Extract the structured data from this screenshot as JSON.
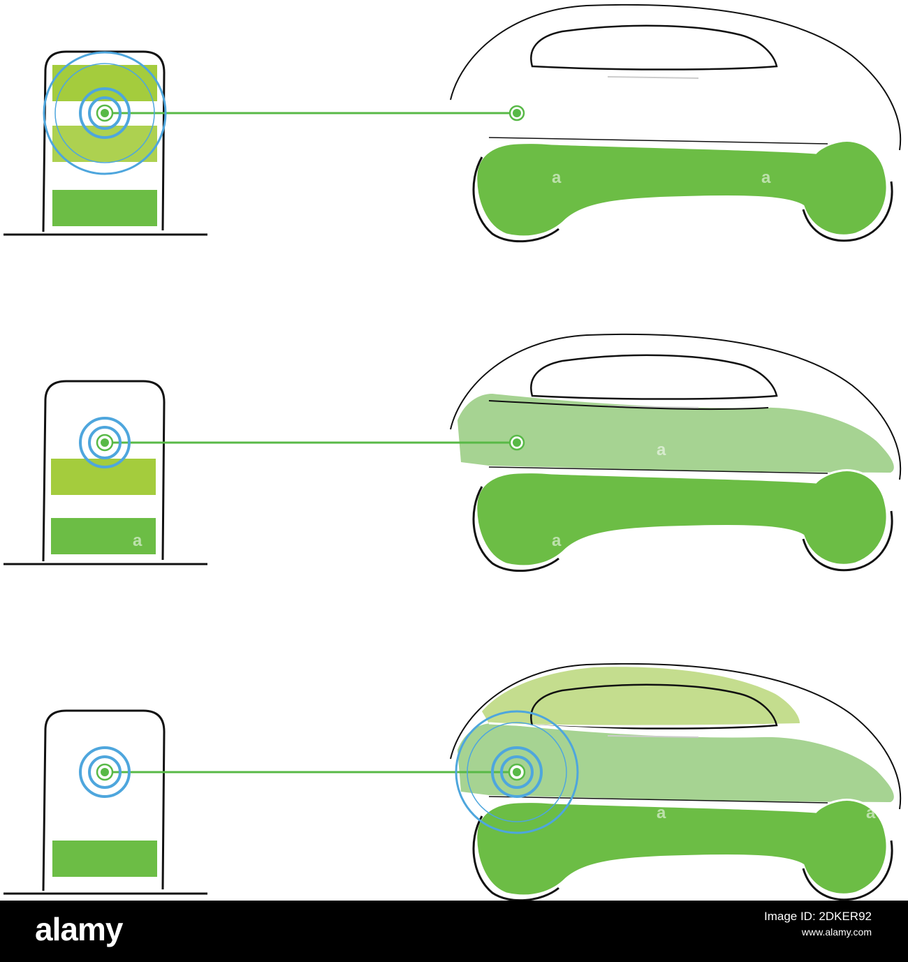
{
  "colors": {
    "outline": "#111111",
    "battery_dark": "#6cbd45",
    "battery_light": "#a4cc3d",
    "body_fill": "#a6d392",
    "roof_fill": "#c4dd8e",
    "signal_ring": "#4ea6dd",
    "link_line": "#58b947",
    "footer_bg": "#000000"
  },
  "footer": {
    "brand": "alamy",
    "image_id": "Image ID: 2DKER92",
    "site": "www.alamy.com"
  },
  "watermark": "a",
  "icons": [
    "charging-station-icon",
    "electric-car-icon",
    "wireless-signal-icon"
  ],
  "stages": [
    {
      "station_charge_bars": 3,
      "car_fill_levels": 1,
      "pulse_at": "station"
    },
    {
      "station_charge_bars": 2,
      "car_fill_levels": 2,
      "pulse_at": "none"
    },
    {
      "station_charge_bars": 1,
      "car_fill_levels": 3,
      "pulse_at": "car"
    }
  ]
}
